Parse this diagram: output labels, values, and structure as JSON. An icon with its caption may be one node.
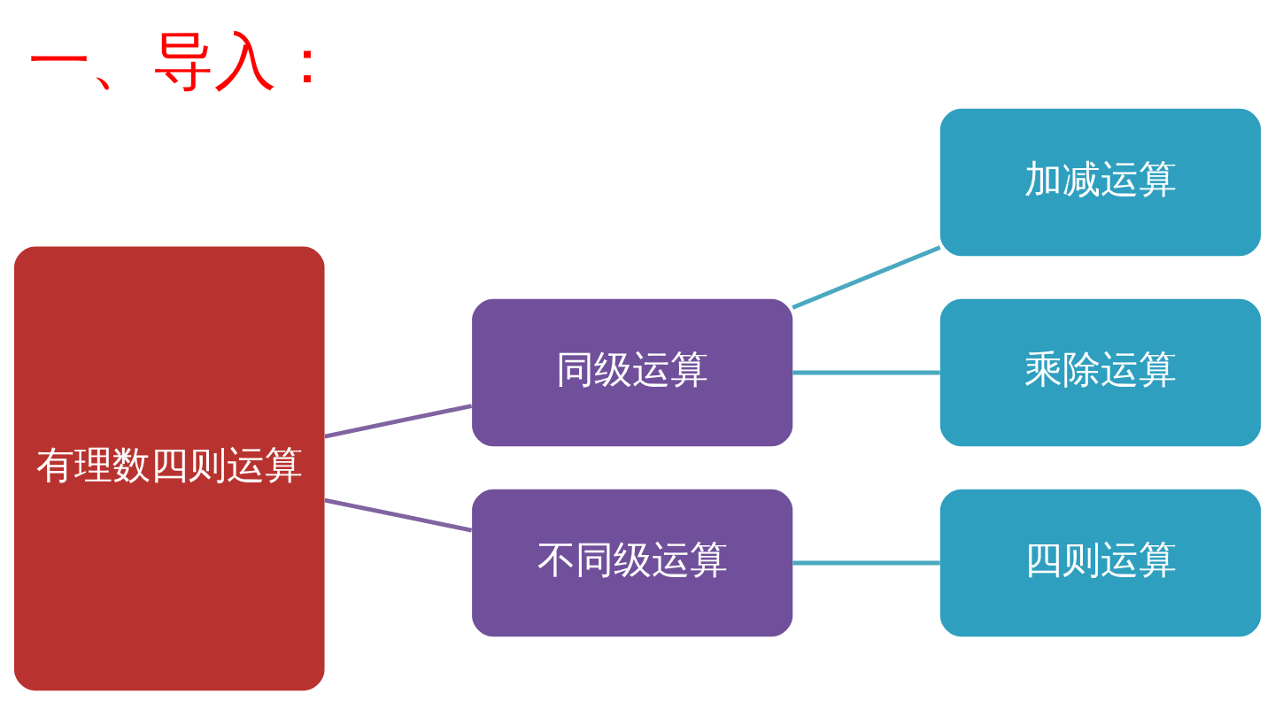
{
  "diagram": {
    "title": "一、导入：",
    "nodes": [
      {
        "text": [
          "有理数四则运算"
        ]
      },
      {
        "text": [
          "同级运算"
        ]
      },
      {
        "text": [
          "不同级运算"
        ]
      },
      {
        "text": [
          "加减运算"
        ]
      },
      {
        "text": [
          "乘除运算"
        ]
      },
      {
        "text": [
          "四则运算"
        ]
      }
    ],
    "edges": [
      {
        "from": 0,
        "to": 1,
        "arrow": "none",
        "color": "#8064a2"
      },
      {
        "from": 0,
        "to": 2,
        "arrow": "none",
        "color": "#8064a2"
      },
      {
        "from": 1,
        "to": 3,
        "arrow": "none"
      },
      {
        "from": 1,
        "to": 4,
        "arrow": "none"
      },
      {
        "from": 2,
        "to": 5,
        "arrow": "none"
      }
    ]
  }
}
